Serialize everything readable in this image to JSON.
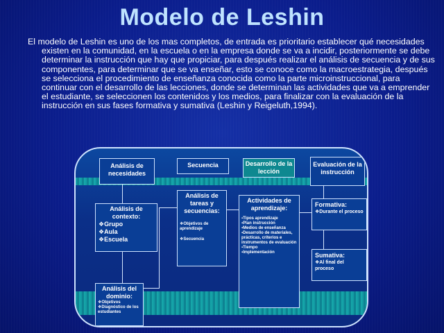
{
  "title": "Modelo de Leshin",
  "paragraph": "El modelo de Leshin es uno de los mas completos, de entrada es prioritario establecer qué necesidades existen en la comunidad, en la escuela o en la empresa donde se va a incidir, posteriormente se debe determinar la instrucción que hay que propiciar, para después realizar el análisis de secuencia  y de sus componentes, para determinar que se va enseñar, esto se conoce como la macroestrategia, después se selecciona el procedimiento de enseñanza conocida como la parte microinstruccional, para continuar con el desarrollo de las lecciones, donde se determinan las actividades que va a emprender el estudiante, se seleccionen los contenidos y los medios, para finalizar con la evaluación de la instrucción en sus fases formativa y sumativa (Leshin y Reigeluth,1994).",
  "diagram": {
    "analisis_necesidades": "Análisis de necesidades",
    "secuencia": "Secuencia",
    "desarrollo": "Desarrollo de la lección",
    "evaluacion": "Evaluación de la instrucción",
    "contexto": {
      "title": "Análisis de contexto:",
      "items": [
        "❖Grupo",
        "❖Aula",
        "❖Escuela"
      ]
    },
    "tareas": {
      "title": "Análisis de tareas y secuencias:",
      "items": [
        "❖Objetivos de aprendizaje",
        "❖Secuencia"
      ]
    },
    "actividades": {
      "title": "Actividades de aprendizaje:",
      "items": [
        "▪Tipos aprendizaje",
        "▪Plan instrucción",
        "▪Medios de enseñanza",
        "▪Desarrollo de materiales, prácticas, criterios e instrumentos de evaluación",
        "▪Tiempo",
        "▪Implementación"
      ]
    },
    "formativa": {
      "title": "Formativa:",
      "items": [
        "❖Durante el proceso"
      ]
    },
    "sumativa": {
      "title": "Sumativa:",
      "items": [
        "❖Al final del proceso"
      ]
    },
    "dominio": {
      "title": "Análisis del dominio:",
      "items": [
        "❖Objetivos",
        "❖Diagnóstico de los estudiantes"
      ]
    }
  }
}
